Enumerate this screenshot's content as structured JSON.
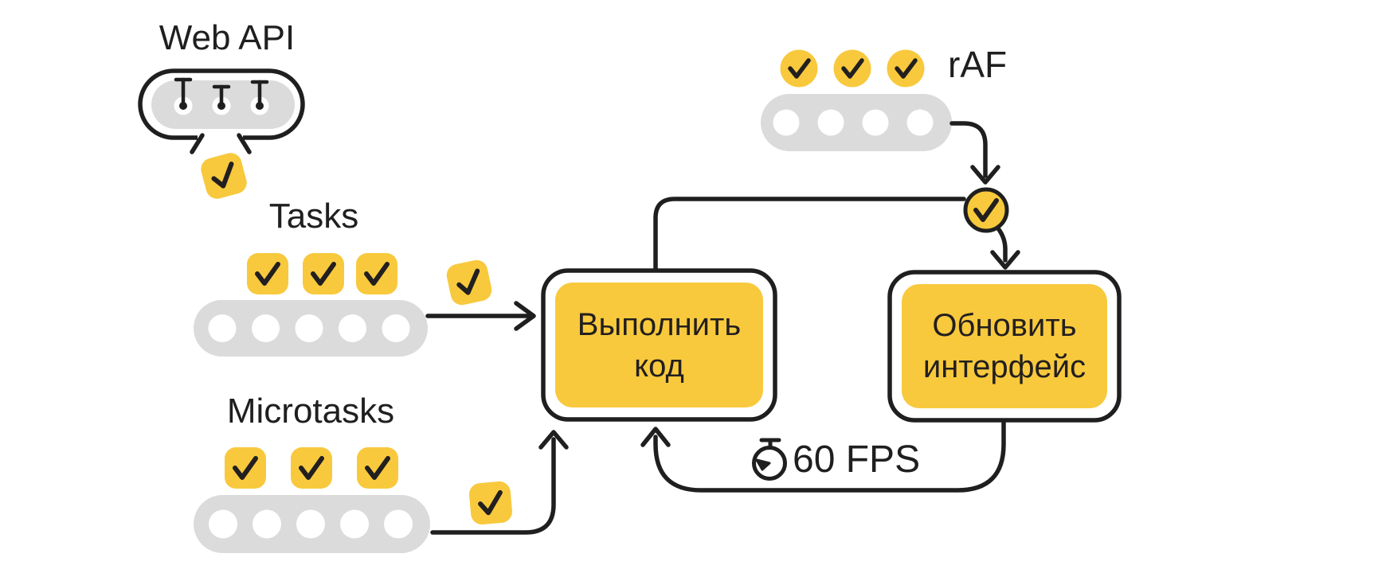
{
  "colors": {
    "accent_yellow": "#F8C93D",
    "queue_gray": "#DBDBDB",
    "ink": "#1F1F1F",
    "background": "#FFFFFF"
  },
  "labels": {
    "web_api": "Web API",
    "tasks": "Tasks",
    "microtasks": "Microtasks",
    "raf": "rAF",
    "fps": "60 FPS"
  },
  "nodes": {
    "execute_code": {
      "label": "Выполнить\nкод"
    },
    "update_ui": {
      "label": "Обновить\nинтерфейс"
    }
  },
  "queues": {
    "web_api_bubble": {
      "pending_timer_pins": 3,
      "dropping_badge": 1
    },
    "tasks": {
      "slots": 5,
      "completed_badges": 3,
      "moving_badge": 1
    },
    "microtasks": {
      "slots": 5,
      "completed_badges": 3,
      "moving_badge": 1
    },
    "raf": {
      "slots": 4,
      "completed_badges": 3
    }
  },
  "icons": {
    "check": "checkmark-icon",
    "stopwatch": "stopwatch-icon",
    "timer_pin": "timer-pin-icon"
  }
}
